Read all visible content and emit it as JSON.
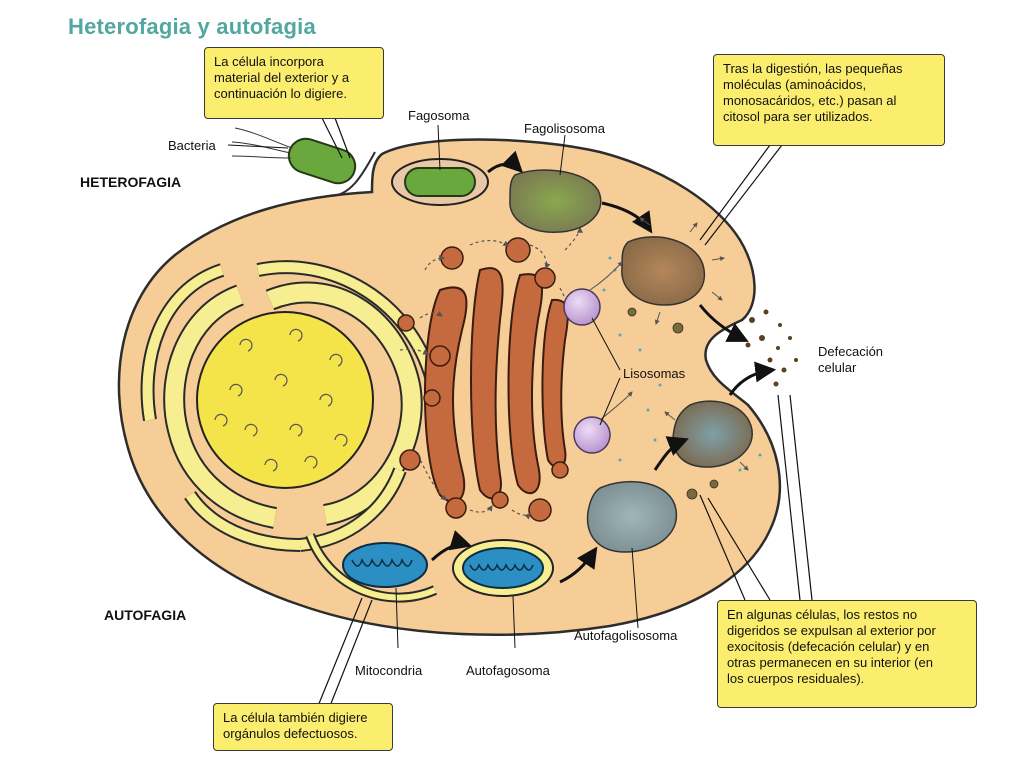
{
  "title": "Heterofagia y autofagia",
  "sections": {
    "hetero": "HETEROFAGIA",
    "auto": "AUTOFAGIA"
  },
  "labels": {
    "bacteria": "Bacteria",
    "fagosoma": "Fagosoma",
    "fagolisosoma": "Fagolisosoma",
    "lisosomas": "Lisosomas",
    "defecacion_1": "Defecación",
    "defecacion_2": "celular",
    "mitocondria": "Mitocondria",
    "autofagosoma": "Autofagosoma",
    "autofagolisosoma": "Autofagolisosoma"
  },
  "notes": {
    "heterofagia": [
      "La célula incorpora",
      "material del exterior y a",
      "continuación lo digiere."
    ],
    "digestion": [
      "Tras la digestión, las pequeñas",
      "moléculas (aminoácidos,",
      "monosacáridos, etc.) pasan al",
      "citosol para ser utilizados."
    ],
    "autofagia": [
      "La célula también digiere",
      "orgánulos defectuosos."
    ],
    "residuos": [
      "En algunas células, los restos no",
      "digeridos se expulsan al exterior por",
      "exocitosis (defecación celular) y en",
      "otras permanecen en su interior (en",
      "los cuerpos residuales)."
    ]
  },
  "colors": {
    "title": "#52a8a0",
    "cell": "#f7cd97",
    "note": "#fbee6e",
    "reticulum": "#f6ee90",
    "nucleus": "#f5e34a",
    "golgi": "#c56a3e",
    "lysosome": "#c7a3da",
    "mitochondria": "#2b8fc4",
    "bacteria": "#6aa83e"
  }
}
